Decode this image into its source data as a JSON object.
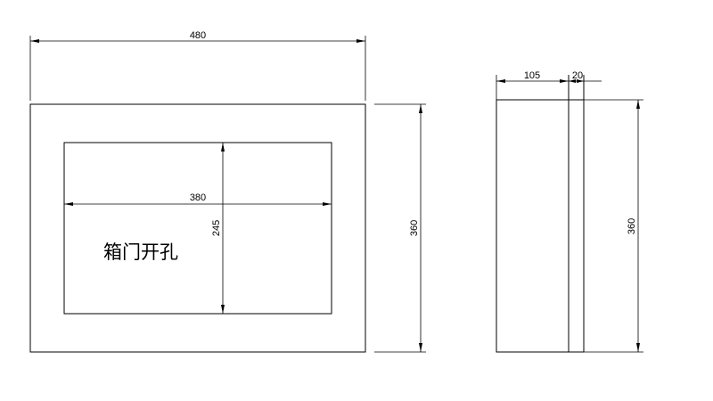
{
  "front_view": {
    "width_dim": "480",
    "height_dim": "360",
    "opening_width_dim": "380",
    "opening_height_dim": "245",
    "opening_label": "箱门开孔"
  },
  "side_view": {
    "depth_dim": "105",
    "door_dim": "20",
    "height_dim": "360"
  }
}
